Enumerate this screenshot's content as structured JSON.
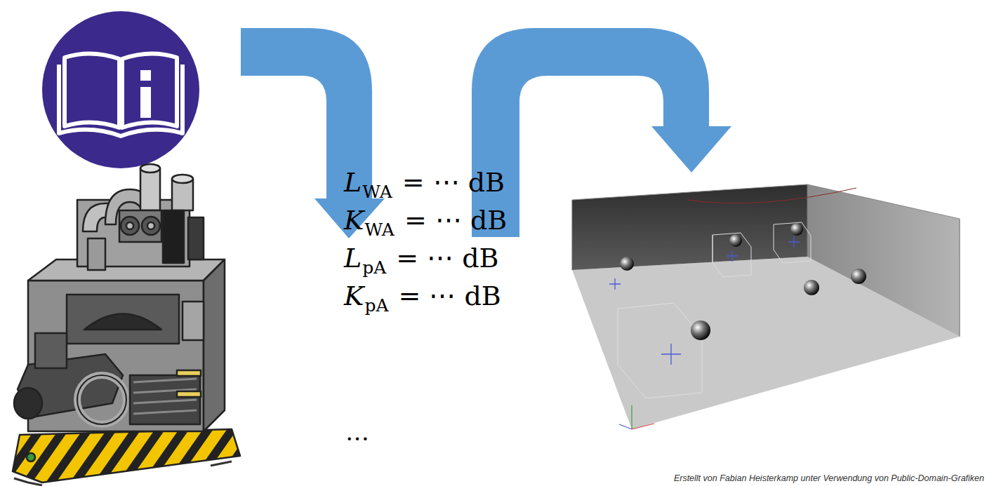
{
  "diagram": {
    "caption": "Erstellt von Fabian Heisterkamp unter Verwendung von Public-Domain-Grafiken",
    "labels": [
      "L",
      "WA",
      "= ⋯ dB",
      "K",
      "WA",
      "= ⋯ dB",
      "L",
      "pA",
      "= ⋯ dB",
      "K",
      "pA",
      "= ⋯ dB",
      "…"
    ]
  }
}
